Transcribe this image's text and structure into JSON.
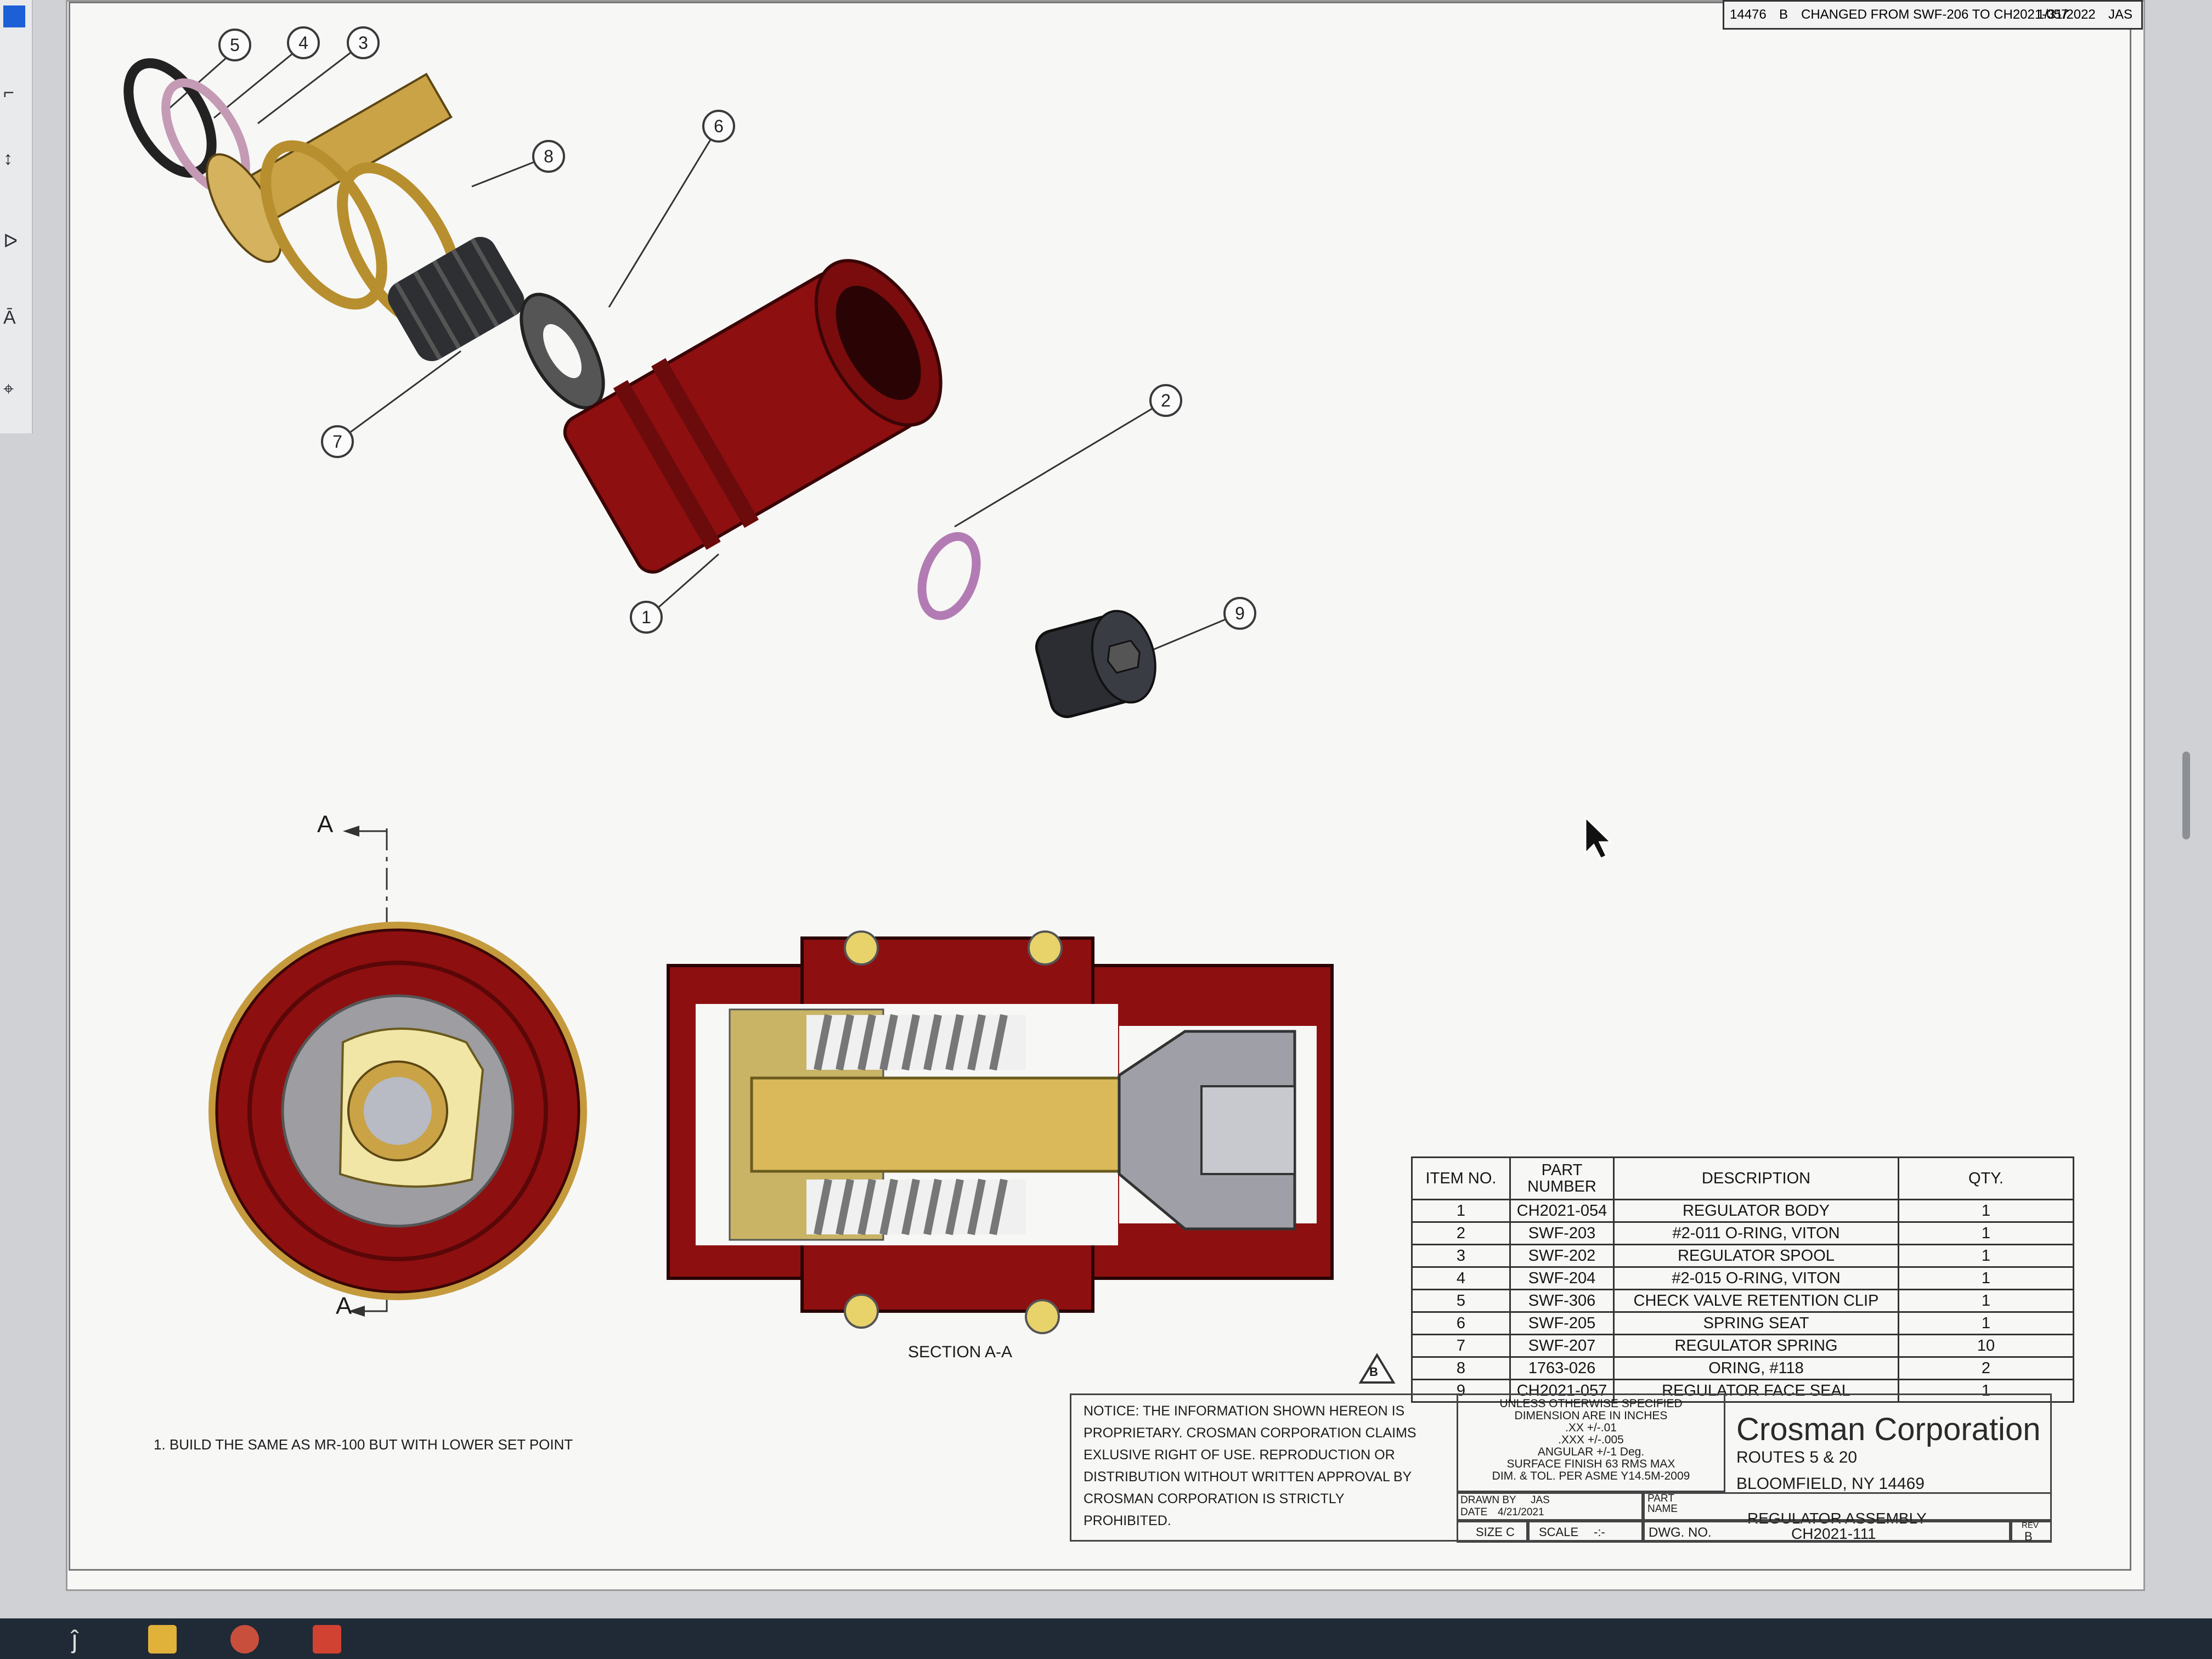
{
  "revision": {
    "number": "14476",
    "rev": "B",
    "description": "CHANGED FROM SWF-206 TO CH2021-057",
    "date": "1/31/2022",
    "by": "JAS"
  },
  "balloons": [
    "5",
    "4",
    "3",
    "8",
    "6",
    "7",
    "1",
    "2",
    "9"
  ],
  "section": {
    "marker": "A",
    "label": "SECTION A-A"
  },
  "note": "1.     BUILD THE SAME AS MR-100 BUT WITH LOWER SET POINT",
  "bom": {
    "headers": [
      "ITEM NO.",
      "PART NUMBER",
      "DESCRIPTION",
      "QTY."
    ],
    "rows": [
      [
        "1",
        "CH2021-054",
        "REGULATOR BODY",
        "1"
      ],
      [
        "2",
        "SWF-203",
        "#2-011 O-RING, VITON",
        "1"
      ],
      [
        "3",
        "SWF-202",
        "REGULATOR SPOOL",
        "1"
      ],
      [
        "4",
        "SWF-204",
        "#2-015 O-RING, VITON",
        "1"
      ],
      [
        "5",
        "SWF-306",
        "CHECK VALVE RETENTION CLIP",
        "1"
      ],
      [
        "6",
        "SWF-205",
        "SPRING SEAT",
        "1"
      ],
      [
        "7",
        "SWF-207",
        "REGULATOR SPRING",
        "10"
      ],
      [
        "8",
        "1763-026",
        "ORING, #118",
        "2"
      ],
      [
        "9",
        "CH2021-057",
        "REGULATOR FACE SEAL",
        "1"
      ]
    ]
  },
  "title_block": {
    "rev_flag": "B",
    "notice": "NOTICE: THE INFORMATION SHOWN HEREON IS PROPRIETARY. CROSMAN CORPORATION CLAIMS EXLUSIVE RIGHT OF USE. REPRODUCTION OR DISTRIBUTION WITHOUT WRITTEN APPROVAL BY CROSMAN CORPORATION IS STRICTLY PROHIBITED.",
    "tolerances": [
      "UNLESS OTHERWISE SPECIFIED",
      "DIMENSION ARE IN INCHES",
      ".XX +/-.01",
      ".XXX +/-.005",
      "ANGULAR +/-1 Deg.",
      "SURFACE FINISH 63 RMS MAX",
      "DIM. & TOL. PER ASME Y14.5M-2009"
    ],
    "company": "Crosman Corporation",
    "address1": "ROUTES 5 & 20",
    "address2": "BLOOMFIELD, NY 14469",
    "drawn_by_label": "DRAWN BY",
    "drawn_by": "JAS",
    "date_label": "DATE",
    "date": "4/21/2021",
    "part_name_label": "PART NAME",
    "part_name": "REGULATOR ASSEMBLY",
    "size_label": "SIZE C",
    "scale_label": "SCALE",
    "scale": "-:-",
    "dwg_label": "DWG. NO.",
    "dwg_no": "CH2021-111",
    "rev_label": "REV",
    "rev": "B"
  },
  "taskbar": {
    "search_glyph": "ĵ"
  },
  "colors": {
    "body_red": "#8e0f10",
    "brass": "#c9a346",
    "oring": "#c59ab4"
  }
}
